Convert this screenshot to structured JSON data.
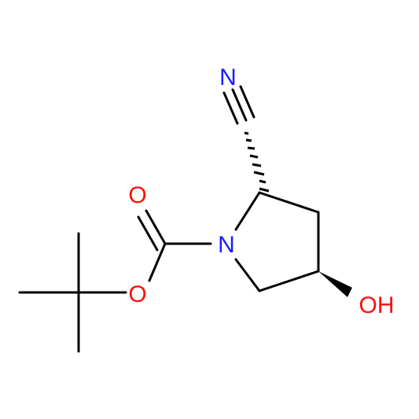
{
  "molecule": {
    "atoms": {
      "nitrile_n": {
        "label": "N",
        "color": "#1a1aff"
      },
      "carbonyl_o": {
        "label": "O",
        "color": "#ff0d0d"
      },
      "ring_n": {
        "label": "N",
        "color": "#1a1aff"
      },
      "ester_o": {
        "label": "O",
        "color": "#ff0d0d"
      },
      "hydroxyl": {
        "label": "OH",
        "color": "#ff0d0d"
      }
    },
    "bond_color": "#000000"
  }
}
